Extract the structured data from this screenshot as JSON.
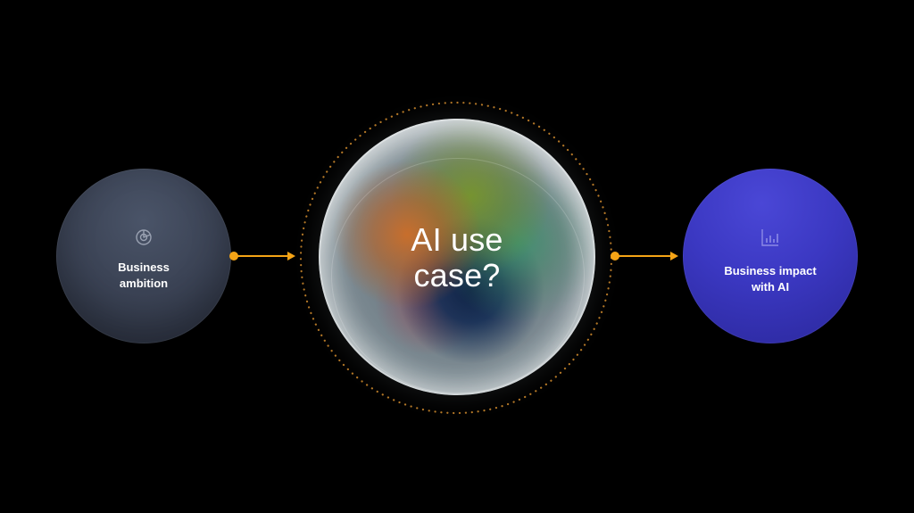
{
  "diagram": {
    "left_node": {
      "label": "Business\nambition",
      "icon": "target-chart-icon"
    },
    "center_node": {
      "label": "AI use\ncase?"
    },
    "right_node": {
      "label": "Business impact\nwith AI",
      "icon": "bar-chart-icon"
    },
    "colors": {
      "background": "#000000",
      "connector_accent": "#f5a416",
      "left_node": "#3c4456",
      "right_node": "#3b38c2"
    }
  }
}
